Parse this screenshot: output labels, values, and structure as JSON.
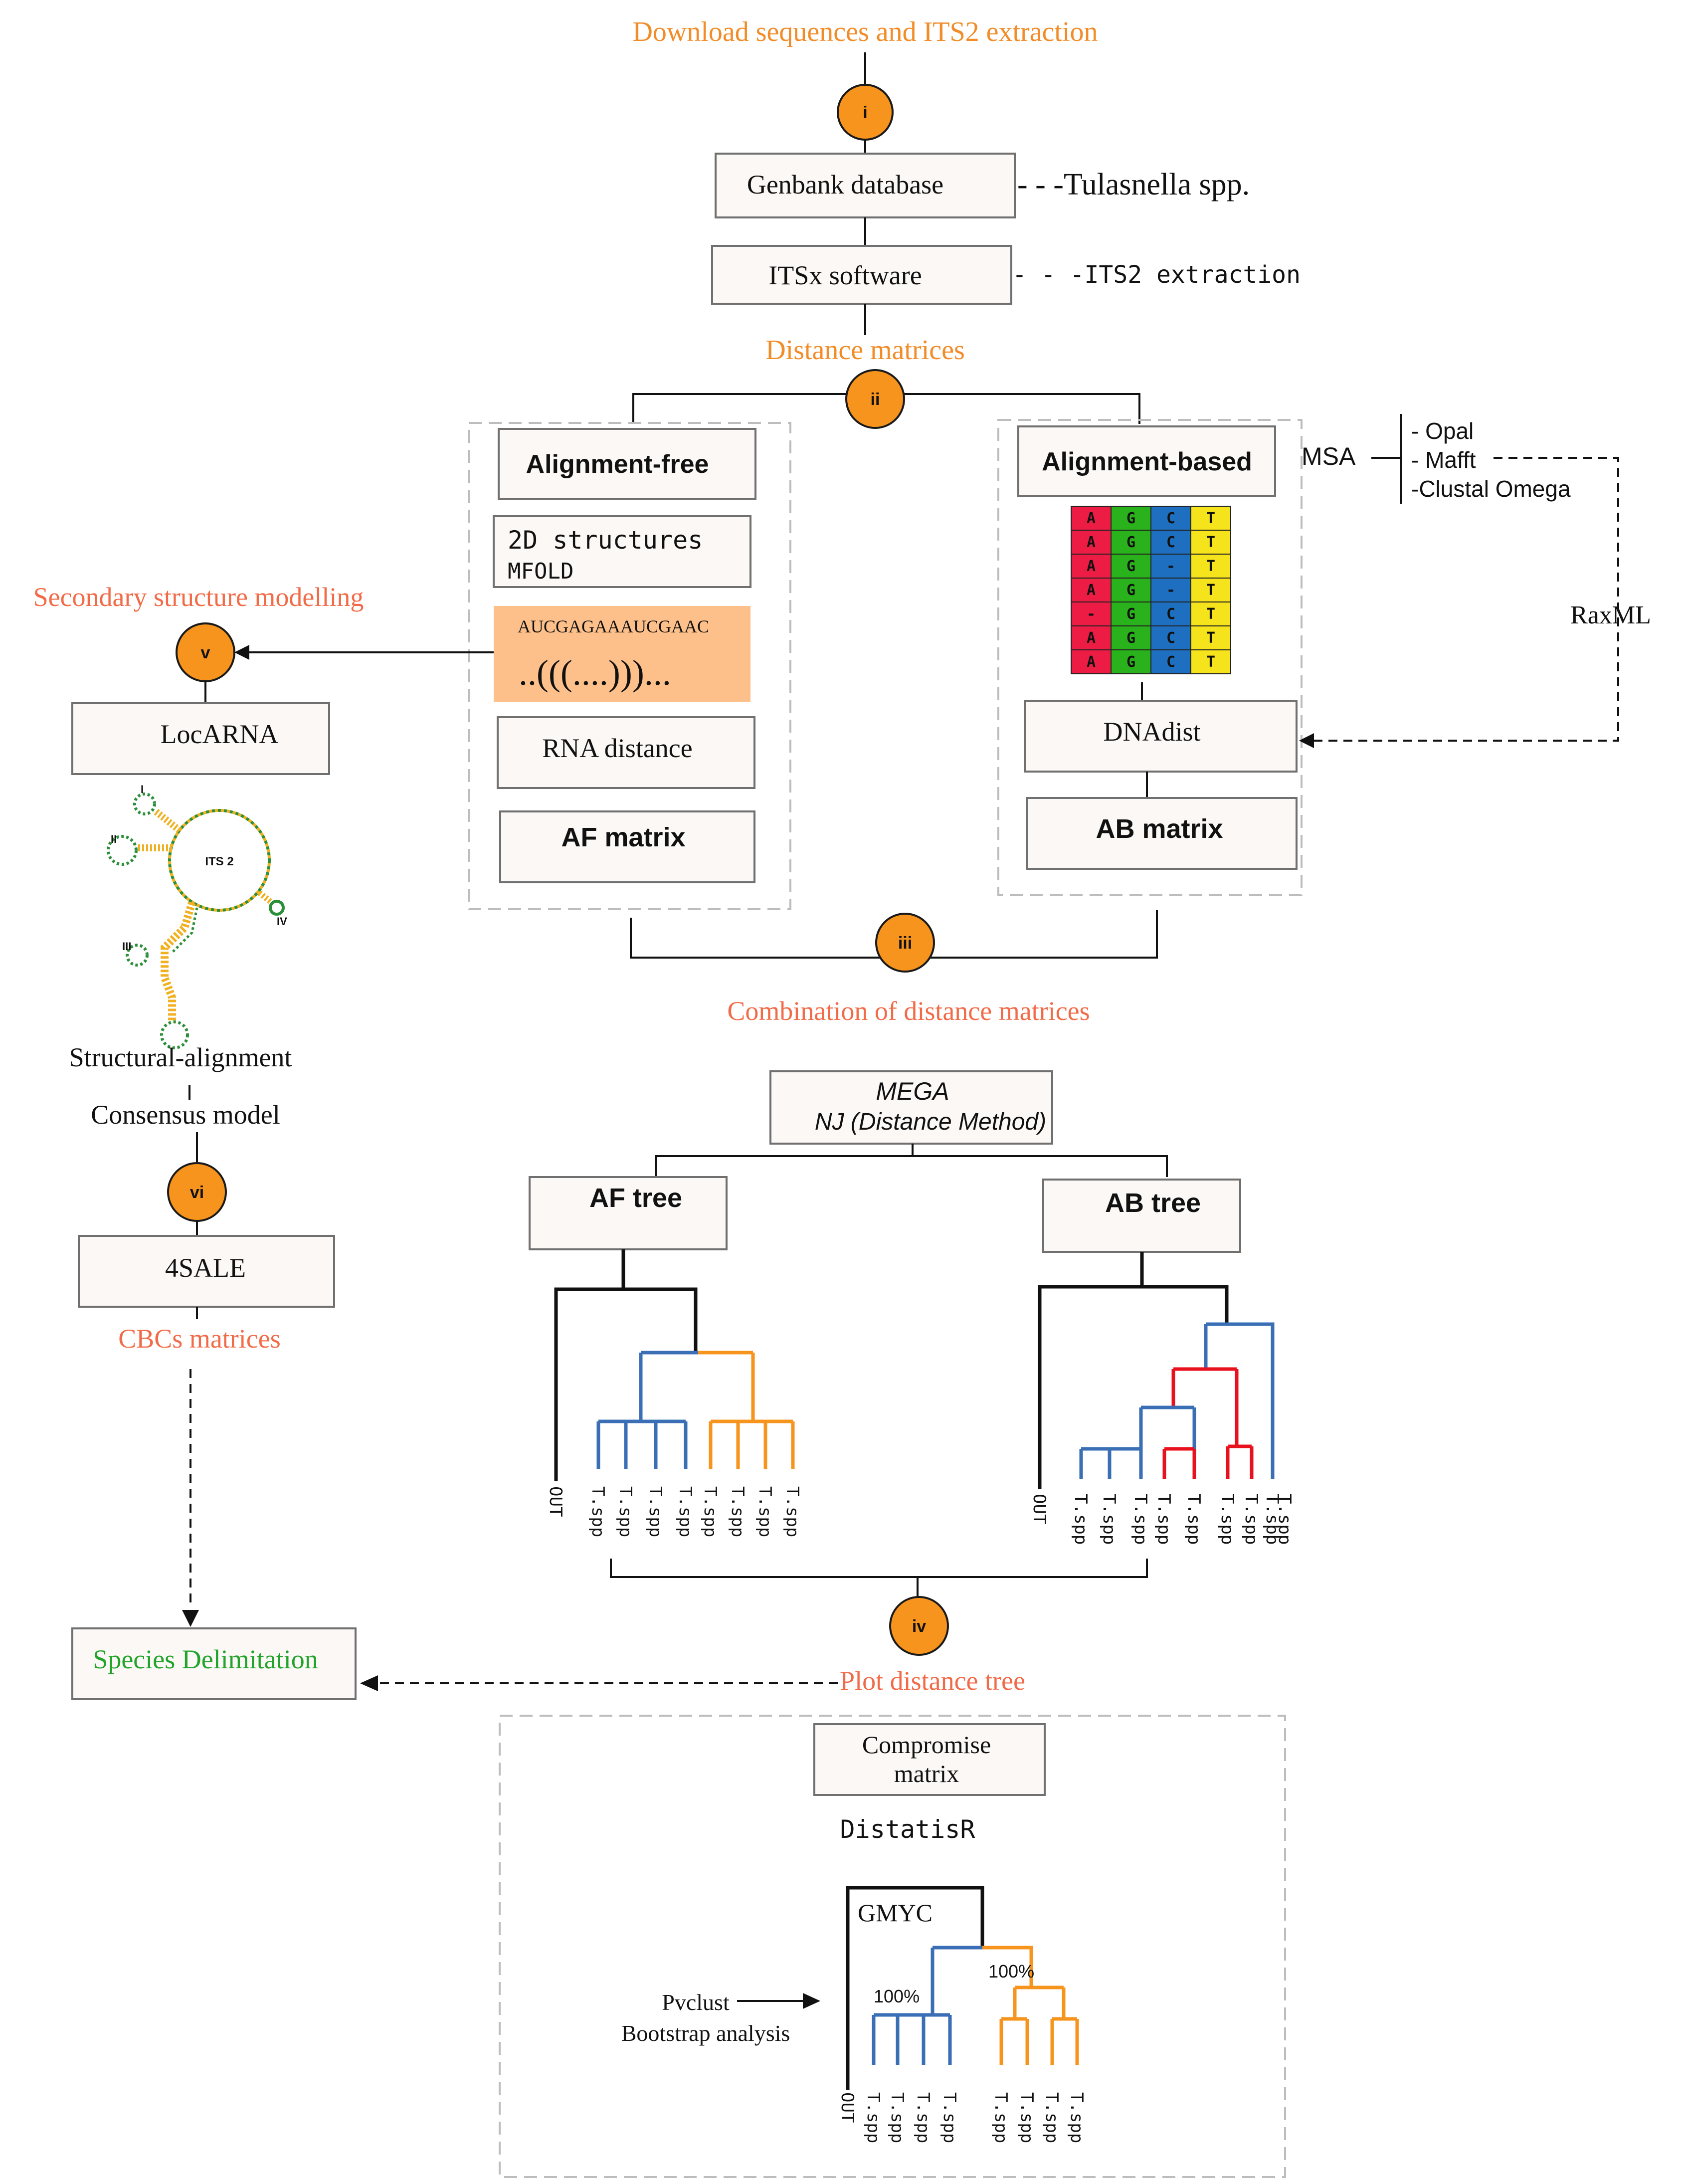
{
  "steps": {
    "i": "i",
    "ii": "ii",
    "iii": "iii",
    "iv": "iv",
    "v": "v",
    "vi": "vi"
  },
  "titles": {
    "download": "Download sequences and ITS2 extraction",
    "distance_matrices": "Distance matrices",
    "secondary_structure": "Secondary structure modelling",
    "combination": "Combination of distance matrices",
    "cbcs": "CBCs matrices",
    "plot_tree": "Plot  distance tree"
  },
  "top": {
    "genbank": "Genbank database",
    "genbank_note": "- - -Tulasnella spp.",
    "itsx": "ITSx software",
    "itsx_note": "- - -ITS2 extraction"
  },
  "alignment_free": {
    "header": "Alignment-free",
    "structures_line1": "2D structures",
    "structures_line2": "MFOLD",
    "sequence": "AUCGAGAAAUCGAAC",
    "dotbracket": "..(((....)))...",
    "rna_distance": "RNA distance",
    "matrix": "AF matrix"
  },
  "alignment_based": {
    "header": "Alignment-based",
    "msa": "MSA",
    "msa_options": [
      "- Opal",
      "- Mafft",
      "-Clustal Omega"
    ],
    "raxml": "RaxML",
    "dnadist": "DNAdist",
    "matrix": "AB matrix",
    "alignment_columns": [
      {
        "color": "#ed1c45",
        "bases": [
          "A",
          "A",
          "A",
          "A",
          "-",
          "A",
          "A"
        ]
      },
      {
        "color": "#2ab21c",
        "bases": [
          "G",
          "G",
          "G",
          "G",
          "G",
          "G",
          "G"
        ]
      },
      {
        "color": "#1f6fc0",
        "bases": [
          "C",
          "C",
          "-",
          "-",
          "C",
          "C",
          "C"
        ]
      },
      {
        "color": "#f5e31c",
        "bases": [
          "T",
          "T",
          "T",
          "T",
          "T",
          "T",
          "T"
        ]
      }
    ]
  },
  "left": {
    "locarna": "LocARNA",
    "its2_label": "ITS 2",
    "loop_labels": [
      "I",
      "II",
      "III",
      "IV"
    ],
    "structural_alignment": "Structural-alignment",
    "consensus": "Consensus model",
    "foursale": "4SALE",
    "species_delimitation": "Species Delimitation"
  },
  "mega": {
    "line1": "MEGA",
    "line2": "NJ (Distance Method)",
    "af_tree": "AF tree",
    "ab_tree": "AB tree"
  },
  "tree_leaves": {
    "af": [
      "OUT",
      "T.spp",
      "T.spp",
      "T.spp",
      "T.spp",
      "T.spp",
      "T.spp",
      "T.spp",
      "T.spp"
    ],
    "ab": [
      "OUT",
      "T.spp",
      "T.spp",
      "T.spp",
      "T.spp",
      "T.spp",
      "T.spp",
      "T.spp",
      "T.spp",
      "T.spp"
    ],
    "gmyc": [
      "OUT",
      "T.spp",
      "T.spp",
      "T.spp",
      "T.spp",
      "T.spp",
      "T.spp",
      "T.spp",
      "T.spp"
    ]
  },
  "bottom": {
    "compromise_line1": "Compromise",
    "compromise_line2": "matrix",
    "distatis": "DistatisR",
    "gmyc": "GMYC",
    "pct_left": "100%",
    "pct_right": "100%",
    "pvclust": "Pvclust",
    "bootstrap": "Bootstrap analysis"
  },
  "colors": {
    "orange": "#f7941d",
    "blue": "#3a6fb5",
    "red": "#e8111e",
    "tree_orange": "#f7941d",
    "af_highlight": "#fdc08a",
    "green_text": "#22a32a"
  }
}
